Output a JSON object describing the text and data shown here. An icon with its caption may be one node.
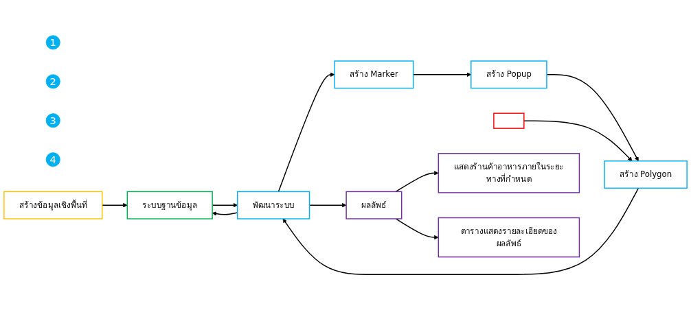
{
  "diagram": {
    "nodes": [
      {
        "text": [
          "1"
        ]
      },
      {
        "text": [
          "2"
        ]
      },
      {
        "text": [
          "3"
        ]
      },
      {
        "text": [
          "4"
        ]
      },
      {
        "text": [
          "สร้างข้อมูลเชิงพื้นที่"
        ]
      },
      {
        "text": [
          "ระบบฐานข้อมูล"
        ]
      },
      {
        "text": [
          "พัฒนาระบบ"
        ]
      },
      {
        "text": [
          "ผลลัพธ์"
        ]
      },
      {
        "text": [
          "สร้าง Marker"
        ]
      },
      {
        "text": [
          "สร้าง Popup"
        ]
      },
      {
        "text": [],
        "shape": "box"
      },
      {
        "text": [
          "สร้าง Polygon"
        ]
      },
      {
        "text": [
          "แสดงร้านค้าอาหารภายในระยะทางที่กำหนด"
        ]
      },
      {
        "text": [
          "ตารางแสดงรายละเอียดของผลลัพธ์"
        ]
      }
    ],
    "edges": [
      {
        "from": 4,
        "to": 5,
        "arrow": "to"
      },
      {
        "from": 5,
        "to": 6,
        "arrow": "to"
      },
      {
        "from": 6,
        "to": 5,
        "arrow": "to"
      },
      {
        "from": 6,
        "to": 7,
        "arrow": "to"
      },
      {
        "from": 6,
        "to": 8,
        "arrow": "to"
      },
      {
        "from": 8,
        "to": 9,
        "arrow": "to"
      },
      {
        "from": 9,
        "to": 11,
        "arrow": "to"
      },
      {
        "from": 11,
        "to": 6,
        "arrow": "to"
      },
      {
        "from": 10,
        "to": 11,
        "arrow": "to"
      },
      {
        "from": 7,
        "to": 12,
        "arrow": "to"
      },
      {
        "from": 7,
        "to": 13,
        "arrow": "to"
      }
    ]
  }
}
